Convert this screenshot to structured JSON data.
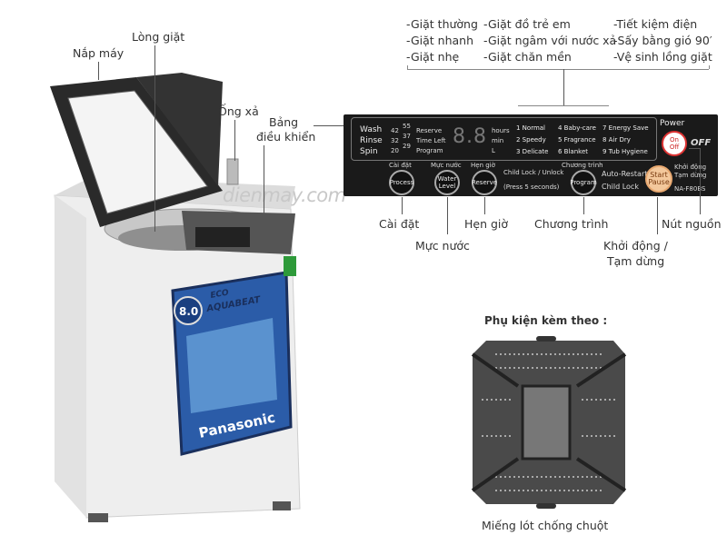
{
  "labels": {
    "lid": "Nắp máy",
    "drum": "Lòng giặt",
    "drain": "Ống xả",
    "panel": "Bảng\nđiều khiển",
    "panel_l1": "Bảng",
    "panel_l2": "điều khiển",
    "process": "Cài đặt",
    "water": "Mực nước",
    "reserve": "Hẹn giờ",
    "program": "Chương trình",
    "start_l1": "Khởi động /",
    "start_l2": "Tạm dừng",
    "power": "Nút nguồn"
  },
  "features": {
    "col1": [
      "-Giặt thường",
      "-Giặt nhanh",
      "-Giặt nhẹ"
    ],
    "col2": [
      "-Giặt đồ trẻ em",
      "-Giặt ngâm với nước xả",
      "-Giặt chăn mền"
    ],
    "col3": [
      "-Tiết kiệm điện",
      "-Sấy bằng gió 90′",
      "-Vệ sinh lồng giặt"
    ]
  },
  "watermark": "dienmay.com",
  "control_panel": {
    "stages": [
      "Wash",
      "Rinse",
      "Spin"
    ],
    "water_levels": [
      "42",
      "37",
      "32",
      "29",
      "20",
      "55"
    ],
    "time_labels": [
      "Reserve",
      "Time Left",
      "Program"
    ],
    "display": "8.8",
    "units": [
      "hours",
      "min",
      "L"
    ],
    "programs": [
      "1 Normal",
      "4 Baby-care",
      "7 Energy Save",
      "2 Speedy",
      "5 Fragrance",
      "8 Air Dry",
      "3 Delicate",
      "6 Blanket",
      "9 Tub Hygiene"
    ],
    "power_label": "Power",
    "power_top": "On",
    "power_bottom": "Off",
    "auto_off": "OFF",
    "buttons": {
      "process": "Process",
      "water_l1": "Water",
      "water_l2": "Level",
      "reserve": "Reserve",
      "program": "Program",
      "start": "Start",
      "pause": "Pause"
    },
    "small": {
      "process": "Cài đặt",
      "water": "Mực nước",
      "reserve": "Hẹn giờ",
      "program": "Chương trình",
      "child_lock": "Child Lock / Unlock",
      "child_lock_2": "(Press 5 seconds)",
      "auto_restart": "Auto-Restart",
      "child_lock_opt": "Child Lock",
      "start": "Khởi động",
      "pause": "Tạm dừng"
    },
    "model": "NA-F80BS"
  },
  "machine": {
    "capacity": "8.0",
    "series_l1": "ECO",
    "series_l2": "AQUABEAT",
    "brand": "Panasonic"
  },
  "accessory": {
    "title": "Phụ kiện kèm theo :",
    "caption": "Miếng lót chống chuột"
  }
}
